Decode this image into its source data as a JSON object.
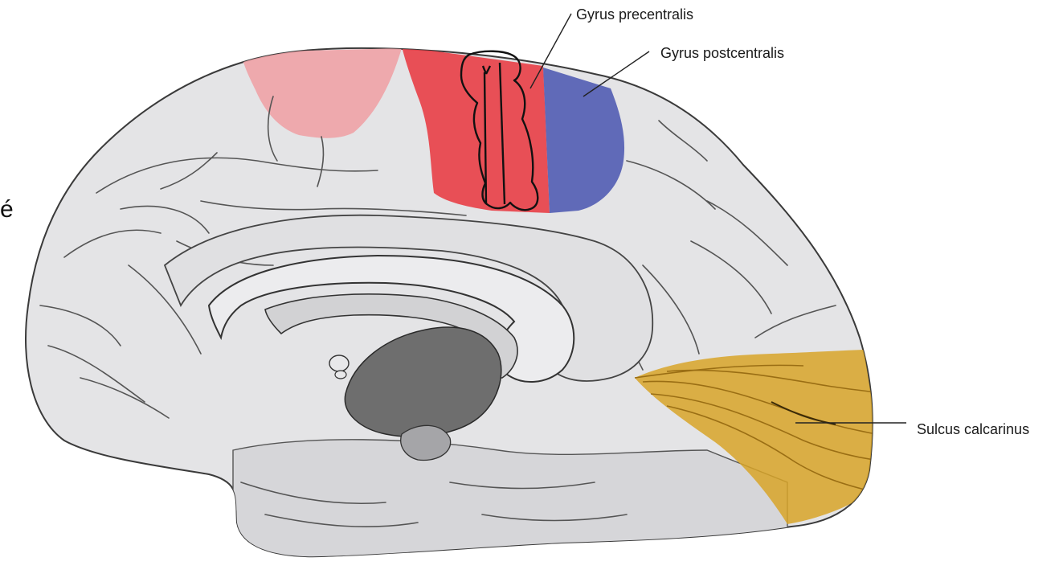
{
  "labels": {
    "precentral": "Gyrus precentralis",
    "postcentral": "Gyrus postcentralis",
    "calcarine": "Sulcus calcarinus"
  },
  "edge_text": "é",
  "colors": {
    "background": "#ffffff",
    "brain": "#e4e4e6",
    "brain_outline": "#3a3a3a",
    "thalamus": "#6e6e6e",
    "precentral": "#e8424a",
    "premotor": "#eea2a6",
    "postcentral": "#5560b4",
    "visual": "#d8a528"
  }
}
